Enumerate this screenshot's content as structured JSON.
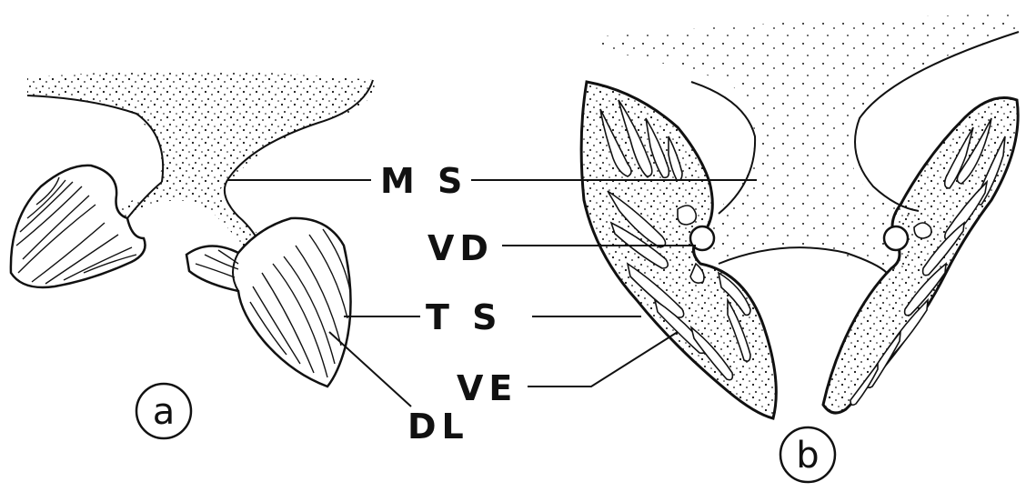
{
  "labels": {
    "ms": "M S",
    "vd": "VD",
    "ts": "T S",
    "ve": "VE",
    "dl": "DL"
  },
  "panels": {
    "a": "a",
    "b": "b"
  },
  "colors": {
    "ink": "#111111",
    "paper": "#ffffff"
  }
}
